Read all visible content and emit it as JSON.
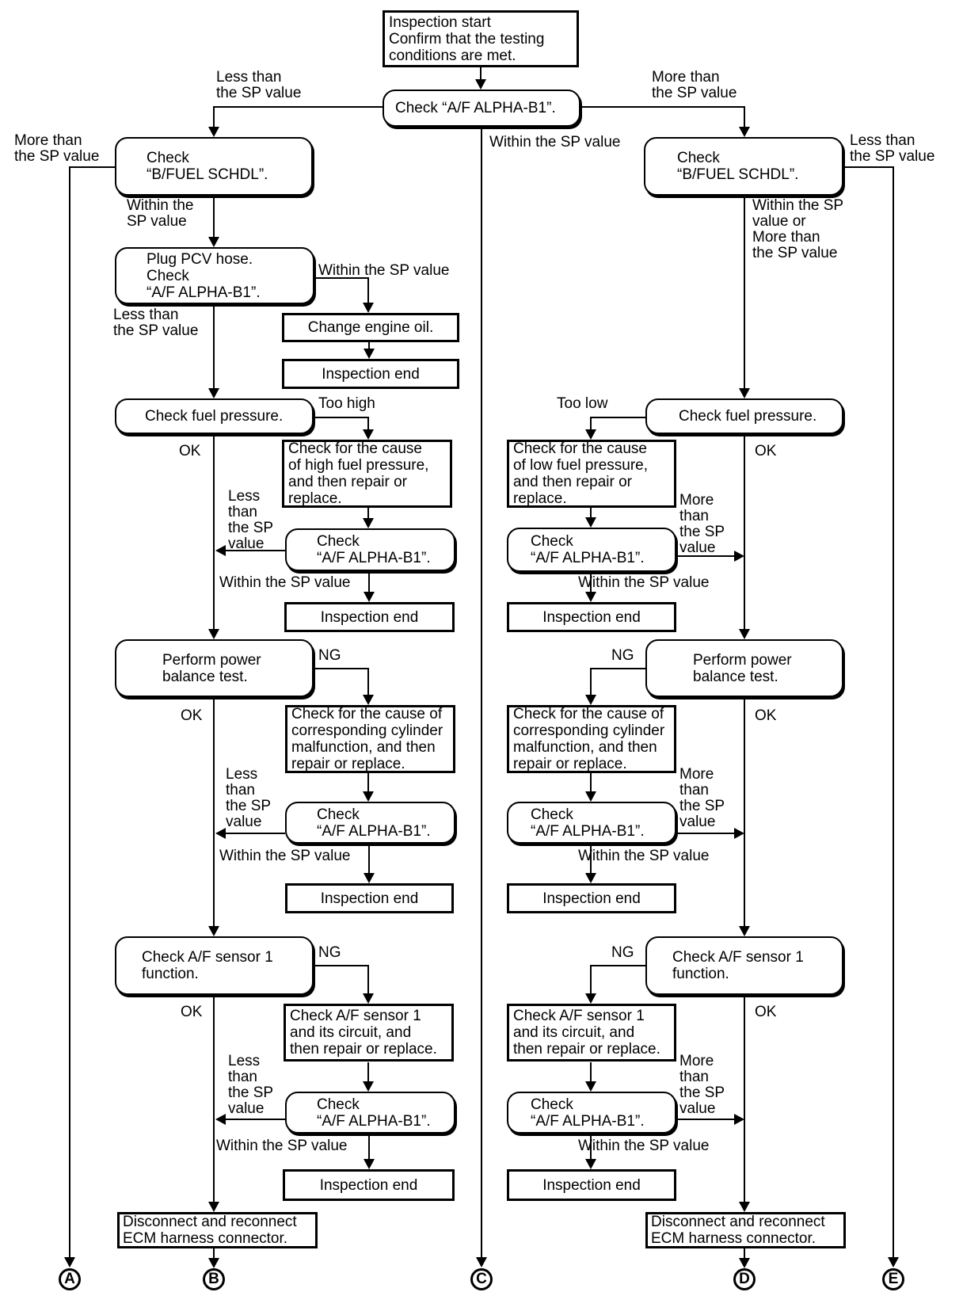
{
  "nodes": {
    "start": "Inspection start\nConfirm that the testing\nconditions are met.",
    "check_af_main": "Check “A/F ALPHA-B1”.",
    "check_bfuel": "Check\n“B/FUEL SCHDL”.",
    "plug_pcv": "Plug PCV hose.\nCheck\n“A/F ALPHA-B1”.",
    "change_oil": "Change engine oil.",
    "inspection_end": "Inspection end",
    "check_fuel_pressure": "Check fuel pressure.",
    "cause_high_fuel": "Check for the cause\nof high fuel pressure,\nand then repair or\nreplace.",
    "cause_low_fuel": "Check for the cause\nof low fuel pressure,\nand then repair or\nreplace.",
    "check_af_small": "Check\n“A/F ALPHA-B1”.",
    "power_balance": "Perform power\nbalance test.",
    "cause_cylinder": "Check for the cause of\ncorresponding cylinder\nmalfunction, and then\nrepair or replace.",
    "sensor_function": "Check A/F sensor 1\nfunction.",
    "sensor_circuit": "Check A/F sensor 1\nand its circuit, and\nthen repair or replace.",
    "disconnect_ecm": "Disconnect and reconnect\nECM harness connector."
  },
  "labels": {
    "less_than_sp": "Less than\nthe SP value",
    "more_than_sp": "More than\nthe SP value",
    "within_sp_2line": "Within the\nSP value",
    "within_sp": "Within the SP value",
    "within_or_more": "Within the SP\nvalue or\nMore than\nthe SP value",
    "less_4line": "Less\nthan\nthe SP\nvalue",
    "more_4line": "More\nthan\nthe SP\nvalue",
    "too_high": "Too high",
    "too_low": "Too low",
    "ok": "OK",
    "ng": "NG"
  },
  "connectors": {
    "a": "A",
    "b": "B",
    "c": "C",
    "d": "D",
    "e": "E"
  }
}
